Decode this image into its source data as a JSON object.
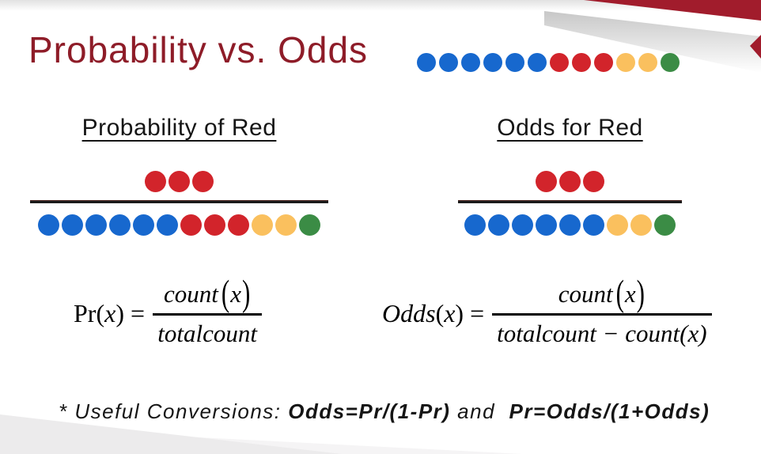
{
  "colors": {
    "maroon_title": "#8E1C28",
    "maroon_ribbon": "#A11C2C",
    "blue": "#1768CE",
    "red": "#D2242B",
    "yellow": "#FAC05E",
    "green": "#3B8C45",
    "gray_wedge": "#ECEBEC",
    "gray_wedge_light": "#F5F4F5"
  },
  "title": "Probability vs. Odds",
  "header_dots": [
    "blue",
    "blue",
    "blue",
    "blue",
    "blue",
    "blue",
    "red",
    "red",
    "red",
    "yellow",
    "yellow",
    "green"
  ],
  "panels": [
    {
      "heading": "Probability of Red",
      "numerator_dots": [
        "red",
        "red",
        "red"
      ],
      "denominator_dots": [
        "blue",
        "blue",
        "blue",
        "blue",
        "blue",
        "blue",
        "red",
        "red",
        "red",
        "yellow",
        "yellow",
        "green"
      ],
      "formula": {
        "fn": "Pr",
        "open": "(",
        "arg": "x",
        "close": ")",
        "eq": "=",
        "num_fn": "count",
        "num_open": "(",
        "num_arg": "x",
        "num_close": ")",
        "den": "totalcount"
      }
    },
    {
      "heading": "Odds for Red",
      "numerator_dots": [
        "red",
        "red",
        "red"
      ],
      "denominator_dots": [
        "blue",
        "blue",
        "blue",
        "blue",
        "blue",
        "blue",
        "yellow",
        "yellow",
        "green"
      ],
      "formula": {
        "fn": "Odds",
        "open": "(",
        "arg": "x",
        "close": ")",
        "eq": "=",
        "num_fn": "count",
        "num_open": "(",
        "num_arg": "x",
        "num_close": ")",
        "den": "totalcount − count(x)"
      }
    }
  ],
  "footnote": {
    "prefix": "* Useful Conversions: ",
    "bold1": "Odds=Pr/(1-Pr)",
    "connector": " and  ",
    "bold2": "Pr=Odds/(1+Odds)"
  }
}
